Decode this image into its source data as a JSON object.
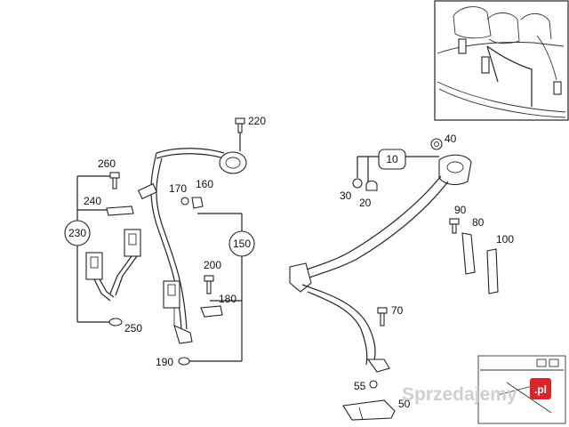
{
  "diagram": {
    "callouts": {
      "p220": "220",
      "p260": "260",
      "p240": "240",
      "p230": "230",
      "p170": "170",
      "p160": "160",
      "p150": "150",
      "p200": "200",
      "p180": "180",
      "p250": "250",
      "p190": "190",
      "p40": "40",
      "p10": "10",
      "p30": "30",
      "p20": "20",
      "p90": "90",
      "p80": "80",
      "p100": "100",
      "p70": "70",
      "p55": "55",
      "p50": "50"
    },
    "highlight_color": "#bfe3f2"
  },
  "watermark": {
    "text": "Sprzedajemy",
    "badge": ".pl",
    "badge_color": "#d9262c"
  }
}
